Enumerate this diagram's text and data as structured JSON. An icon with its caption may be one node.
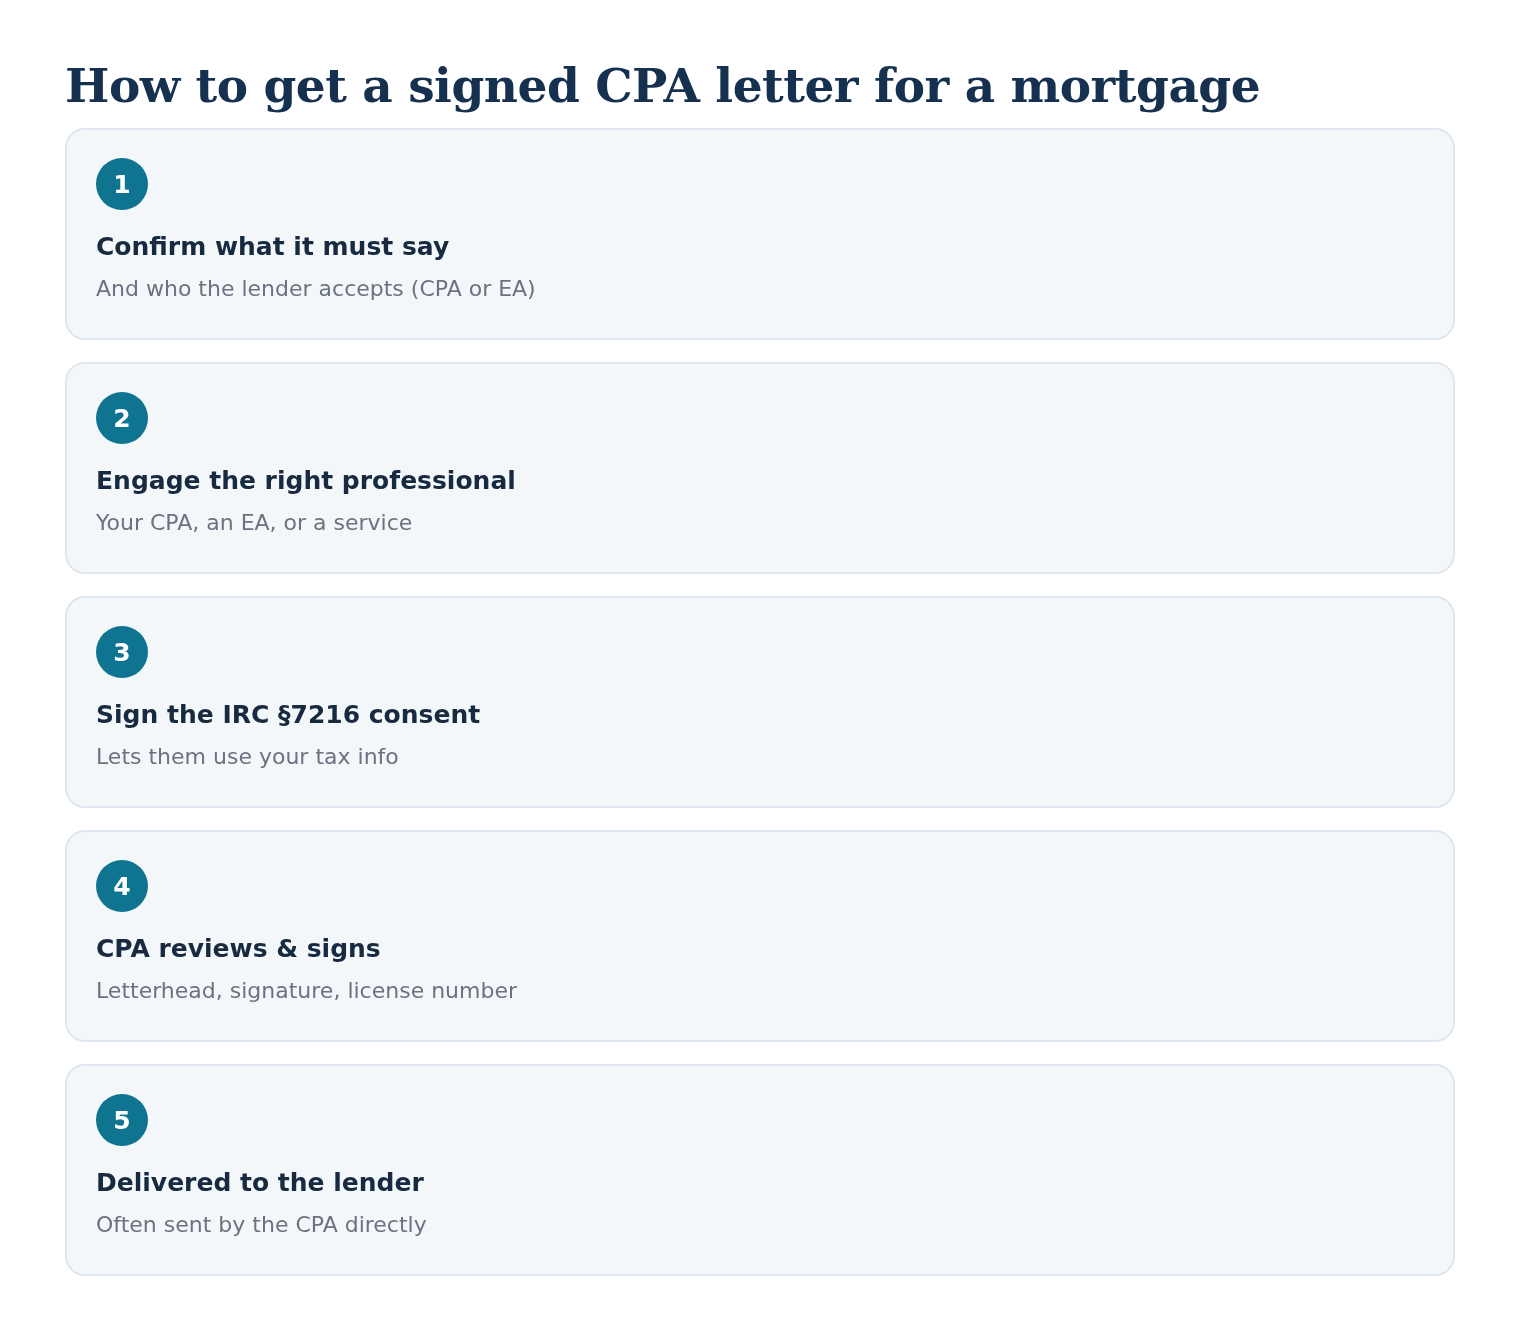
{
  "diagram": {
    "title": "How to get a signed CPA letter for a mortgage",
    "nodes": [
      {
        "text": [
          "Confirm what it must say",
          "And who the lender accepts (CPA or EA)"
        ]
      },
      {
        "text": [
          "1"
        ],
        "in": 0
      },
      {
        "text": [
          "Engage the right professional",
          "Your CPA, an EA, or a service"
        ]
      },
      {
        "text": [
          "2"
        ],
        "in": 2
      },
      {
        "text": [
          "Sign the IRC §7216 consent",
          "Lets them use your tax info"
        ]
      },
      {
        "text": [
          "3"
        ],
        "in": 4
      },
      {
        "text": [
          "CPA reviews & signs",
          "Letterhead, signature, license number"
        ]
      },
      {
        "text": [
          "4"
        ],
        "in": 6
      },
      {
        "text": [
          "Delivered to the lender",
          "Often sent by the CPA directly"
        ]
      },
      {
        "text": [
          "5"
        ],
        "in": 8
      }
    ]
  }
}
